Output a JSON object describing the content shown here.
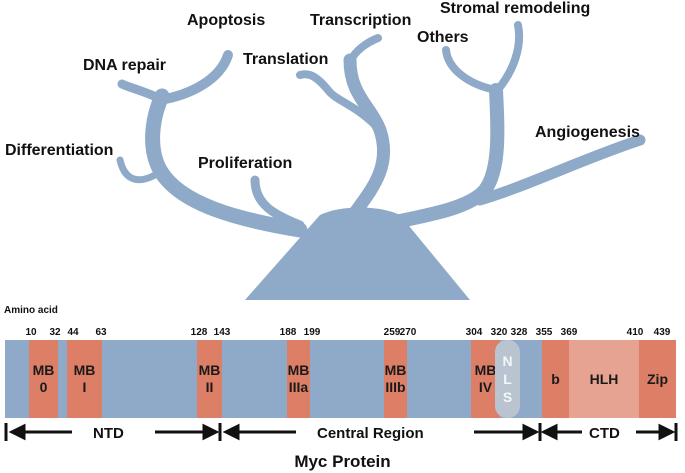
{
  "functions": {
    "apoptosis": "Apoptosis",
    "transcription": "Transcription",
    "stromal": "Stromal remodeling",
    "dna_repair": "DNA repair",
    "translation": "Translation",
    "others": "Others",
    "angiogenesis": "Angiogenesis",
    "differentiation": "Differentiation",
    "proliferation": "Proliferation"
  },
  "amino_acid_label": "Amino acid",
  "positions": [
    "10",
    "32",
    "44",
    "63",
    "128",
    "143",
    "188",
    "199",
    "259",
    "270",
    "304",
    "320",
    "328",
    "355",
    "369",
    "410",
    "439"
  ],
  "segments": {
    "mb0": [
      "MB",
      "0"
    ],
    "mb1": [
      "MB",
      "I"
    ],
    "mb2": [
      "MB",
      "II"
    ],
    "mb3a": [
      "MB",
      "IIIa"
    ],
    "mb3b": [
      "MB",
      "IIIb"
    ],
    "mb4": [
      "MB",
      "IV"
    ],
    "nls": [
      "N",
      "L",
      "S"
    ],
    "b": "b",
    "hlh": "HLH",
    "zip": "Zip"
  },
  "regions": {
    "ntd": "NTD",
    "central": "Central Region",
    "ctd": "CTD"
  },
  "caption": "Myc Protein",
  "colors": {
    "tree": "#8eaac8",
    "domain": "#dd7e67",
    "hlh": "#e7a392",
    "nls": "#b9c4d0"
  }
}
